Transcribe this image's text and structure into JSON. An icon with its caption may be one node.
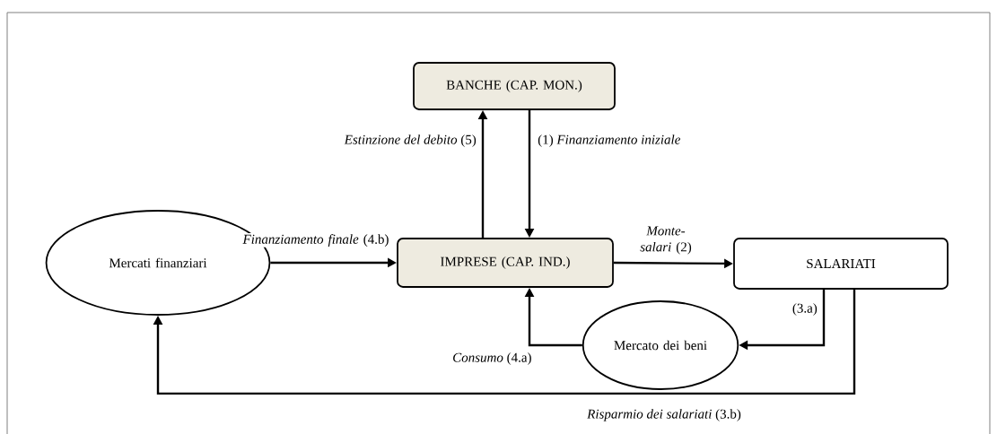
{
  "diagram": {
    "nodes": [
      {
        "text": [
          "BANCHE (CAP. MON.)"
        ]
      },
      {
        "text": [
          "Mercati finanziari"
        ]
      },
      {
        "text": [
          "IMPRESE (CAP. IND.)"
        ]
      },
      {
        "text": [
          "SALARIATI"
        ]
      },
      {
        "text": [
          "Mercato dei beni"
        ]
      }
    ],
    "edges": [
      {
        "from": 0,
        "to": 2,
        "arrow": "to",
        "label": "(1) *Finanziamento iniziale*"
      },
      {
        "from": 2,
        "to": 0,
        "arrow": "to",
        "label": "*Estinzione del debito* (5)"
      },
      {
        "from": 1,
        "to": 2,
        "arrow": "to",
        "label": "*Finanziamento finale* (4.b)"
      },
      {
        "from": 2,
        "to": 3,
        "arrow": "to",
        "label": "*Monte-salari* (2)"
      },
      {
        "from": 3,
        "to": 4,
        "arrow": "to",
        "label": "(3.a)"
      },
      {
        "from": 4,
        "to": 2,
        "arrow": "to",
        "label": "*Consumo* (4.a)"
      },
      {
        "from": 3,
        "to": 1,
        "arrow": "to",
        "label": "*Risparmio dei salariati* (3.b)"
      }
    ]
  }
}
